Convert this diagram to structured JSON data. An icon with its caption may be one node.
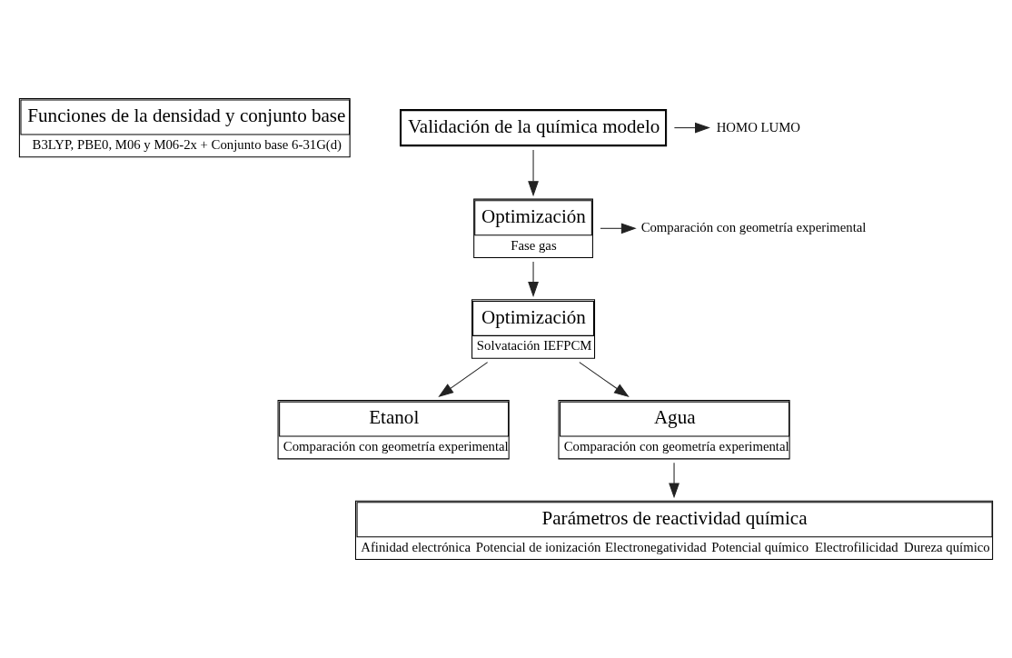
{
  "diagram": {
    "nodes": [
      {
        "text": [
          "Funciones de la densidad y conjunto base",
          "B3LYP, PBE0, M06 y M06-2x + Conjunto base 6-31G(d)"
        ]
      },
      {
        "text": [
          "Validación de la química modelo"
        ]
      },
      {
        "text": [
          "HOMO LUMO"
        ]
      },
      {
        "text": [
          "Optimización",
          "Fase gas"
        ]
      },
      {
        "text": [
          "Comparación con geometría experimental"
        ]
      },
      {
        "text": [
          "Optimización",
          "Solvatación IEFPCM"
        ]
      },
      {
        "text": [
          "Etanol",
          "Comparación con geometría experimental"
        ]
      },
      {
        "text": [
          "Agua",
          "Comparación con geometría experimental"
        ]
      },
      {
        "text": [
          "Parámetros de reactividad química",
          "Afinidad electrónica",
          "Potencial de ionización",
          "Electronegatividad",
          "Potencial químico",
          "Electrofilicidad",
          "Dureza químico"
        ]
      }
    ],
    "edges": [
      {
        "from": 1,
        "to": 2,
        "arrow": "to"
      },
      {
        "from": 1,
        "to": 3,
        "arrow": "to"
      },
      {
        "from": 3,
        "to": 4,
        "arrow": "to"
      },
      {
        "from": 3,
        "to": 5,
        "arrow": "to"
      },
      {
        "from": 5,
        "to": 6,
        "arrow": "to"
      },
      {
        "from": 5,
        "to": 7,
        "arrow": "to"
      },
      {
        "from": 7,
        "to": 8,
        "arrow": "to"
      }
    ]
  }
}
